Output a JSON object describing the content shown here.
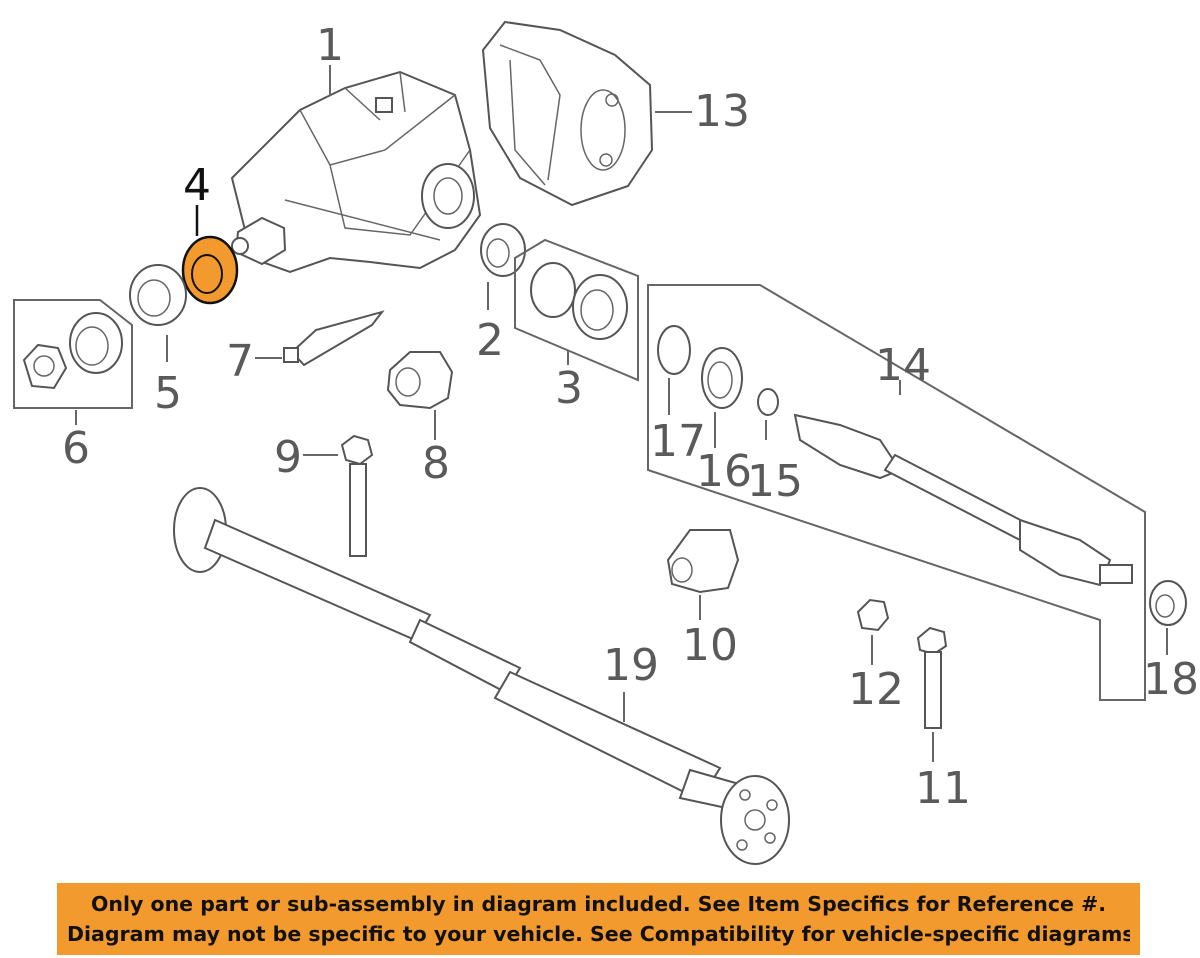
{
  "colors": {
    "highlight_part": "#f29a2e",
    "banner_background": "#f29a2e",
    "line_art": "#555555"
  },
  "callouts": {
    "c1": "1",
    "c2": "2",
    "c3": "3",
    "c4": "4",
    "c5": "5",
    "c6": "6",
    "c7": "7",
    "c8": "8",
    "c9": "9",
    "c10": "10",
    "c11": "11",
    "c12": "12",
    "c13": "13",
    "c14": "14",
    "c15": "15",
    "c16": "16",
    "c17": "17",
    "c18": "18",
    "c19": "19"
  },
  "highlighted_callout": "4",
  "disclaimer": {
    "line1": "Only one part or sub-assembly in diagram included. See Item Specifics for Reference #.",
    "line2": "Diagram may not be specific to your vehicle. See Compatibility for vehicle-specific diagrams."
  }
}
